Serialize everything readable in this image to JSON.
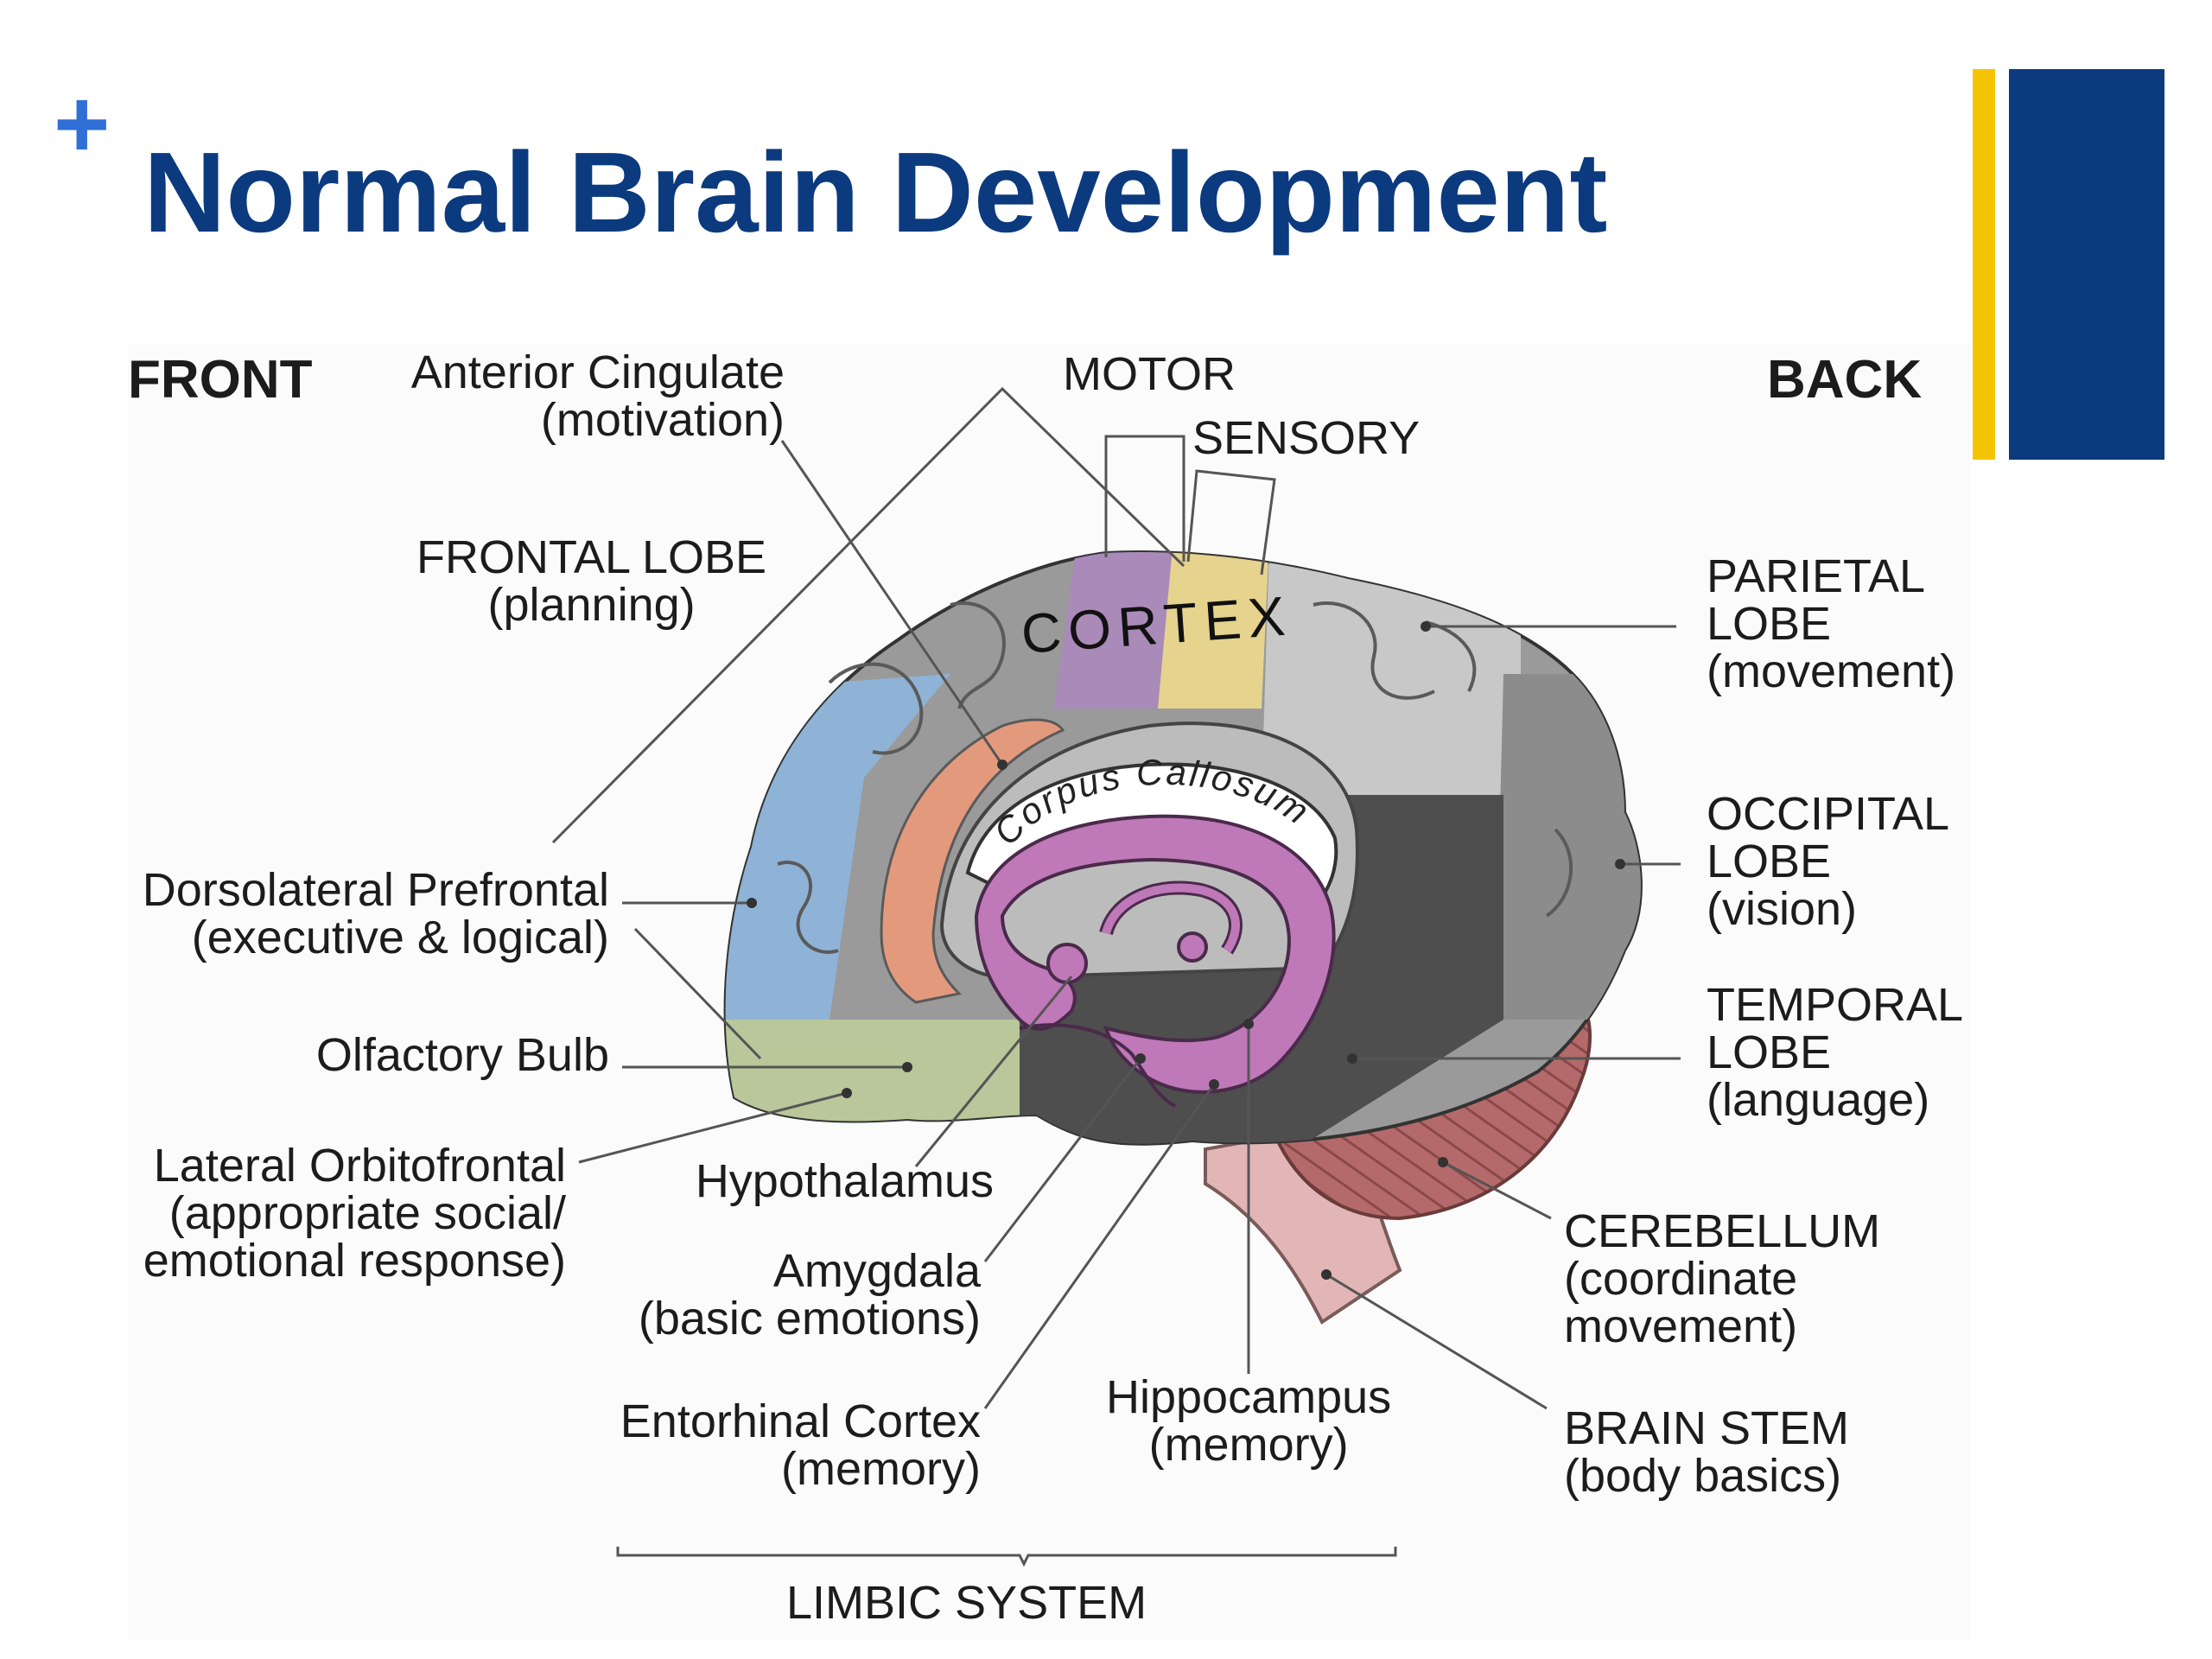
{
  "slide": {
    "plus_glyph": "+",
    "title": "Normal Brain Development",
    "accent_yellow": "#f5c400",
    "accent_navy": "#0b3a7e",
    "title_color": "#0b3a7e"
  },
  "diagram": {
    "front": "FRONT",
    "back": "BACK",
    "motor": "MOTOR",
    "sensory": "SENSORY",
    "cortex": "CORTEX",
    "corpus_callosum": "Corpus Callosum",
    "limbic_system": "LIMBIC SYSTEM",
    "labels": {
      "anterior_cingulate": {
        "name": "Anterior Cingulate",
        "desc": "(motivation)"
      },
      "frontal_lobe": {
        "name": "FRONTAL LOBE",
        "desc": "(planning)"
      },
      "dorsolateral_prefrontal": {
        "name": "Dorsolateral Prefrontal",
        "desc": "(executive & logical)"
      },
      "olfactory_bulb": {
        "name": "Olfactory Bulb"
      },
      "lateral_orbitofrontal": {
        "name": "Lateral Orbitofrontal",
        "desc1": "(appropriate social/",
        "desc2": "emotional response)"
      },
      "hypothalamus": {
        "name": "Hypothalamus"
      },
      "amygdala": {
        "name": "Amygdala",
        "desc": "(basic emotions)"
      },
      "entorhinal_cortex": {
        "name": "Entorhinal Cortex",
        "desc": "(memory)"
      },
      "hippocampus": {
        "name": "Hippocampus",
        "desc": "(memory)"
      },
      "parietal_lobe": {
        "name1": "PARIETAL",
        "name2": "LOBE",
        "desc": "(movement)"
      },
      "occipital_lobe": {
        "name1": "OCCIPITAL",
        "name2": "LOBE",
        "desc": "(vision)"
      },
      "temporal_lobe": {
        "name1": "TEMPORAL",
        "name2": "LOBE",
        "desc": "(language)"
      },
      "cerebellum": {
        "name": "CEREBELLUM",
        "desc1": "(coordinate",
        "desc2": "movement)"
      },
      "brain_stem": {
        "name": "BRAIN STEM",
        "desc": "(body basics)"
      }
    },
    "region_colors": {
      "dorsolateral_prefrontal": "#8fb3d6",
      "orbitofrontal": "#b9c79a",
      "motor": "#a98ab8",
      "sensory": "#e6d38e",
      "anterior_cingulate": "#e39a7c",
      "limbic": "#bf78b8",
      "cerebellum": "#b46a6a",
      "brain_stem": "#e2b6b6"
    }
  }
}
